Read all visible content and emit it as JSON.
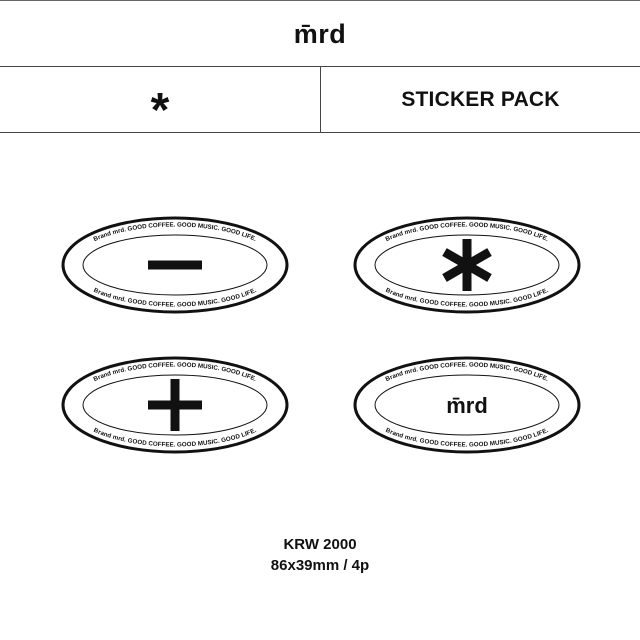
{
  "header": {
    "logo": "m̄rd",
    "symbol": "*",
    "title": "STICKER PACK"
  },
  "stickers": [
    {
      "ring_text_top": "Brand mrd. GOOD COFFEE. GOOD MUSIC. GOOD LIFE.",
      "ring_text_bottom": "Brand mrd. GOOD COFFEE. GOOD MUSIC. GOOD LIFE.",
      "symbol": "minus"
    },
    {
      "ring_text_top": "Brand mrd. GOOD COFFEE. GOOD MUSIC. GOOD LIFE.",
      "ring_text_bottom": "Brand mrd. GOOD COFFEE. GOOD MUSIC. GOOD LIFE.",
      "symbol": "asterisk"
    },
    {
      "ring_text_top": "Brand mrd. GOOD COFFEE. GOOD MUSIC. GOOD LIFE.",
      "ring_text_bottom": "Brand mrd. GOOD COFFEE. GOOD MUSIC. GOOD LIFE.",
      "symbol": "plus"
    },
    {
      "ring_text_top": "Brand mrd. GOOD COFFEE. GOOD MUSIC. GOOD LIFE.",
      "ring_text_bottom": "Brand mrd. GOOD COFFEE. GOOD MUSIC. GOOD LIFE.",
      "symbol": "logo",
      "logo_text": "m̄rd"
    }
  ],
  "info": {
    "price": "KRW 2000",
    "size": "86x39mm / 4p"
  }
}
